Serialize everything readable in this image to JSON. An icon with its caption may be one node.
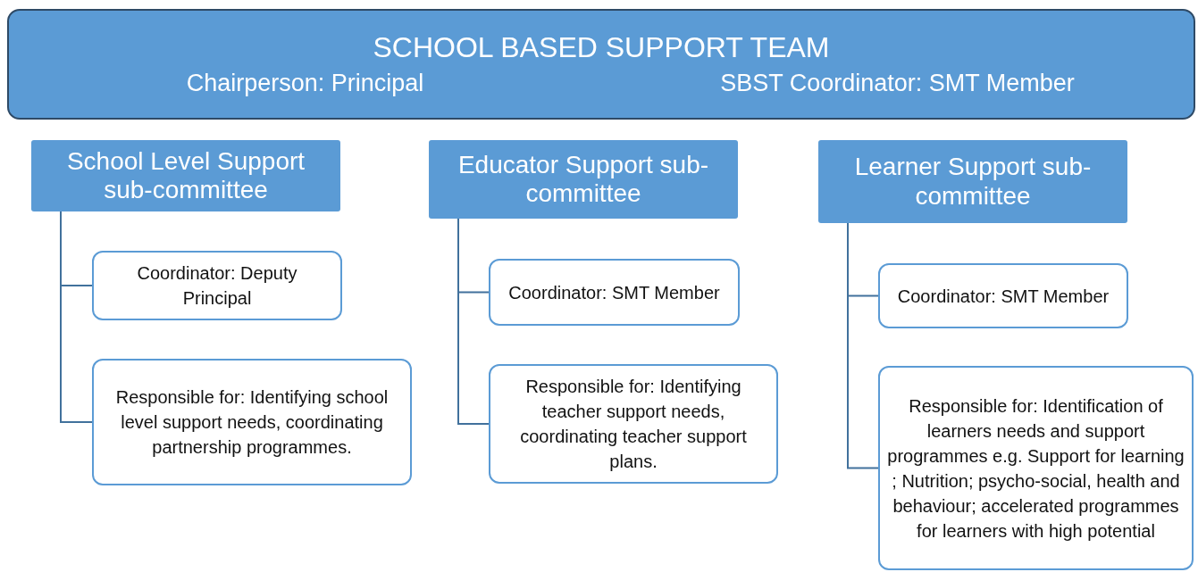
{
  "diagram": {
    "nodes": [
      {
        "text": [
          "SCHOOL BASED SUPPORT TEAM",
          "Chairperson: Principal",
          "SBST Coordinator:  SMT Member"
        ]
      },
      {
        "text": [
          "School Level Support sub-committee"
        ]
      },
      {
        "text": [
          "Educator Support sub-committee"
        ]
      },
      {
        "text": [
          "Learner Support sub-committee"
        ]
      },
      {
        "text": [
          "Coordinator: Deputy Principal"
        ]
      },
      {
        "text": [
          "Responsible for: Identifying school level support needs, coordinating partnership programmes."
        ]
      },
      {
        "text": [
          "Coordinator: SMT Member"
        ]
      },
      {
        "text": [
          "Responsible for: Identifying teacher support needs, coordinating teacher support plans."
        ]
      },
      {
        "text": [
          "Coordinator: SMT Member"
        ]
      },
      {
        "text": [
          "Responsible for: Identification of learners needs and support programmes e.g. Support  for learning ; Nutrition; psycho-social, health and behaviour; accelerated programmes for learners with high potential"
        ]
      }
    ],
    "edges": [
      {
        "from": 1,
        "to": 4,
        "arrow": "none"
      },
      {
        "from": 1,
        "to": 5,
        "arrow": "none"
      },
      {
        "from": 2,
        "to": 6,
        "arrow": "none"
      },
      {
        "from": 2,
        "to": 7,
        "arrow": "none"
      },
      {
        "from": 3,
        "to": 8,
        "arrow": "none"
      },
      {
        "from": 3,
        "to": 9,
        "arrow": "none"
      }
    ]
  }
}
